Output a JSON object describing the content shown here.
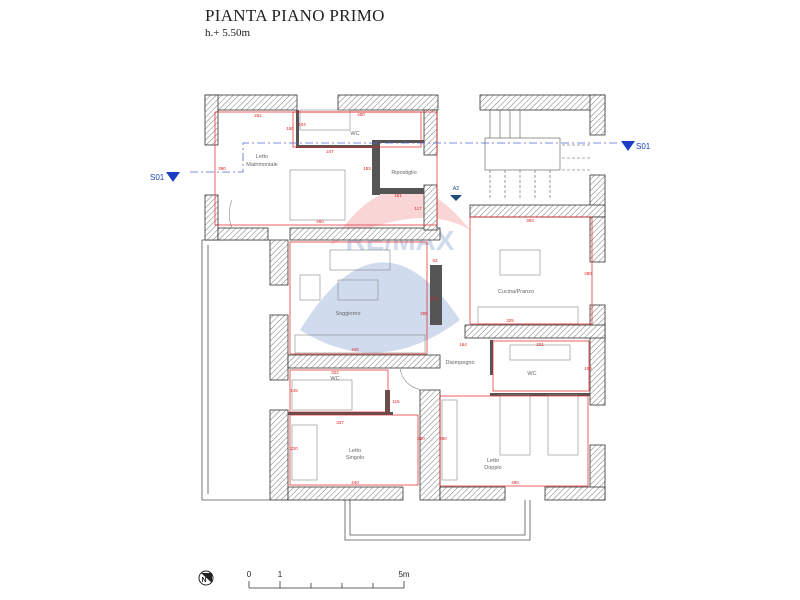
{
  "header": {
    "title": "PIANTA PIANO PRIMO",
    "subtitle": "h.+ 5.50m"
  },
  "rooms": {
    "letto_matrimoniale": [
      "Letto",
      "Matrimoniale"
    ],
    "wc_top": "WC",
    "ripostiglio": "Ripostiglio",
    "soggiorno": "Soggiorno",
    "cucina": "Cucina/Pranzo",
    "disimpegno": "Disimpegno",
    "wc_left": "WC",
    "wc_right": "WC",
    "letto_singolo": [
      "Letto",
      "Singolo"
    ],
    "letto_doppio": [
      "Letto",
      "Doppio"
    ]
  },
  "dimensions": {
    "d261": "261",
    "d150": "150",
    "d104": "104",
    "d400": "400",
    "d247": "247",
    "d390": "390",
    "d153": "153",
    "d161": "161",
    "d117": "117",
    "d460": "460",
    "d393": "393",
    "d380": "380",
    "d53": "53",
    "d170": "170",
    "d265": "265",
    "d440a": "440",
    "d325": "325",
    "d164": "164",
    "d321": "321",
    "d190": "190",
    "d322": "322",
    "d145": "145",
    "d337": "337",
    "d115": "115",
    "d220": "220",
    "d290": "290",
    "d280": "280",
    "d440b": "440",
    "d495": "495"
  },
  "markers": {
    "section_left": "S01",
    "section_right": "S01",
    "access": "A2"
  },
  "scale_bar": {
    "labels": [
      "0",
      "1",
      "5m"
    ]
  },
  "north": "N",
  "colors": {
    "dimension": "#dd2222",
    "section": "#1a3fc4",
    "wall": "#444444"
  }
}
